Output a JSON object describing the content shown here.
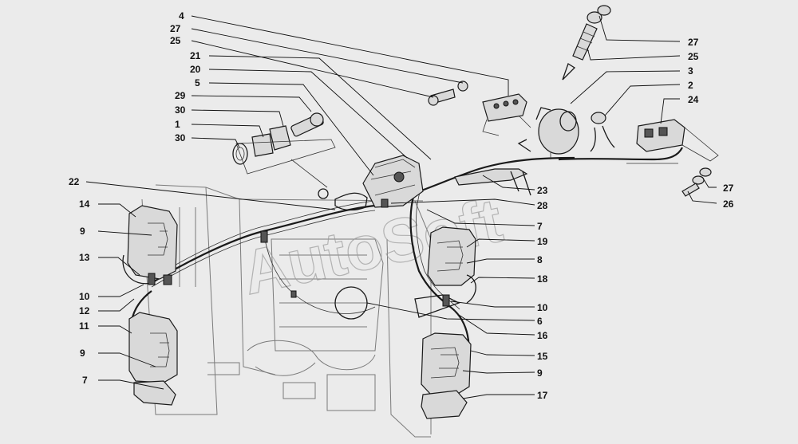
{
  "watermark": "AutoSoft",
  "callouts": [
    {
      "id": "c-4",
      "text": "4"
    },
    {
      "id": "c-27a",
      "text": "27"
    },
    {
      "id": "c-25a",
      "text": "25"
    },
    {
      "id": "c-21",
      "text": "21"
    },
    {
      "id": "c-20",
      "text": "20"
    },
    {
      "id": "c-5",
      "text": "5"
    },
    {
      "id": "c-29",
      "text": "29"
    },
    {
      "id": "c-30a",
      "text": "30"
    },
    {
      "id": "c-1",
      "text": "1"
    },
    {
      "id": "c-30b",
      "text": "30"
    },
    {
      "id": "c-22",
      "text": "22"
    },
    {
      "id": "c-14",
      "text": "14"
    },
    {
      "id": "c-9a",
      "text": "9"
    },
    {
      "id": "c-13",
      "text": "13"
    },
    {
      "id": "c-10a",
      "text": "10"
    },
    {
      "id": "c-12",
      "text": "12"
    },
    {
      "id": "c-11",
      "text": "11"
    },
    {
      "id": "c-9b",
      "text": "9"
    },
    {
      "id": "c-7a",
      "text": "7"
    },
    {
      "id": "c-27b",
      "text": "27"
    },
    {
      "id": "c-25b",
      "text": "25"
    },
    {
      "id": "c-3",
      "text": "3"
    },
    {
      "id": "c-2",
      "text": "2"
    },
    {
      "id": "c-24",
      "text": "24"
    },
    {
      "id": "c-27c",
      "text": "27"
    },
    {
      "id": "c-26",
      "text": "26"
    },
    {
      "id": "c-23",
      "text": "23"
    },
    {
      "id": "c-28",
      "text": "28"
    },
    {
      "id": "c-7b",
      "text": "7"
    },
    {
      "id": "c-19",
      "text": "19"
    },
    {
      "id": "c-8",
      "text": "8"
    },
    {
      "id": "c-18",
      "text": "18"
    },
    {
      "id": "c-10b",
      "text": "10"
    },
    {
      "id": "c-6",
      "text": "6"
    },
    {
      "id": "c-16",
      "text": "16"
    },
    {
      "id": "c-15",
      "text": "15"
    },
    {
      "id": "c-9c",
      "text": "9"
    },
    {
      "id": "c-17",
      "text": "17"
    }
  ]
}
